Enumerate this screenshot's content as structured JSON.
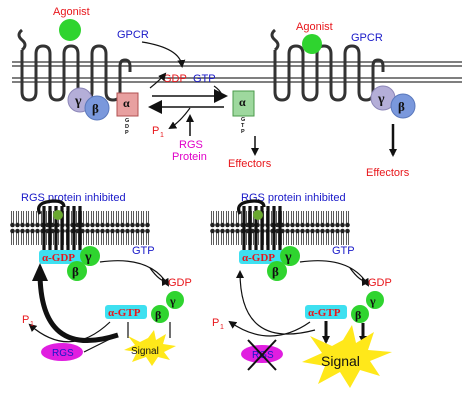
{
  "colors": {
    "red": "#e8161b",
    "blue": "#1818c8",
    "magenta": "#e000c8",
    "green": "#2fd42f",
    "gamma": "#b4aed8",
    "beta": "#7a98dc",
    "alpha_gdp_box": "#e8a0a0",
    "alpha_gtp_box": "#9ed89e",
    "cyan_box": "#3ee0f0",
    "membrane": "#444444",
    "signal": "#ffe81a",
    "rgs_oval": "#e01ee0"
  },
  "top": {
    "agonist_left": "Agonist",
    "agonist_right": "Agonist",
    "gpcr_left": "GPCR",
    "gpcr_right": "GPCR",
    "gamma": "γ",
    "beta": "β",
    "alpha": "α",
    "gdp_vertical": [
      "G",
      "D",
      "P"
    ],
    "gtp_vertical": [
      "G",
      "T",
      "P"
    ],
    "gdp": "GDP",
    "gtp": "GTP",
    "pi_main": "P",
    "pi_sub": "1",
    "rgs_line1": "RGS",
    "rgs_line2": "Protein",
    "effectors_left": "Effectors",
    "effectors_right": "Effectors"
  },
  "bottom_left": {
    "title": "RGS protein inhibited",
    "alpha_gdp": "α-GDP",
    "alpha_gtp": "α-GTP",
    "gamma": "γ",
    "beta": "β",
    "gtp": "GTP",
    "gdp": "GDP",
    "pi_main": "P",
    "pi_sub": "1",
    "rgs": "RGS",
    "signal": "Signal"
  },
  "bottom_right": {
    "title": "RGS protein inhibited",
    "alpha_gdp": "α-GDP",
    "alpha_gtp": "α-GTP",
    "gamma": "γ",
    "beta": "β",
    "gtp": "GTP",
    "gdp": "GDP",
    "pi_main": "P",
    "pi_sub": "1",
    "rgs": "RGS",
    "signal": "Signal"
  }
}
